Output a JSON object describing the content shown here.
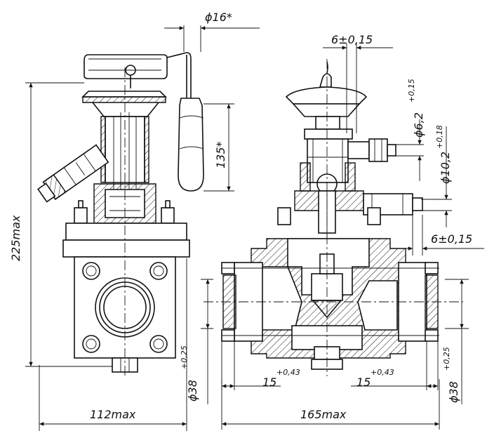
{
  "dimensions": {
    "d16": "ϕ16*",
    "h225": "225max",
    "w112": "112max",
    "h135": "135*",
    "d38_left": "ϕ38",
    "d38_right": "ϕ38",
    "tol_038_left": "+0,25",
    "tol_038_right": "+0,25",
    "dim_6_top": "6±0,15",
    "dim_6_right": "6±0,15",
    "d62": "ϕ6,2",
    "tol_62": "+0,15",
    "d102": "ϕ10,2",
    "tol_102": "+0,18",
    "dim15_left": "15",
    "tol15_left": "+0,43",
    "dim15_right": "15",
    "tol15_right": "+0,43",
    "w165": "165max"
  }
}
